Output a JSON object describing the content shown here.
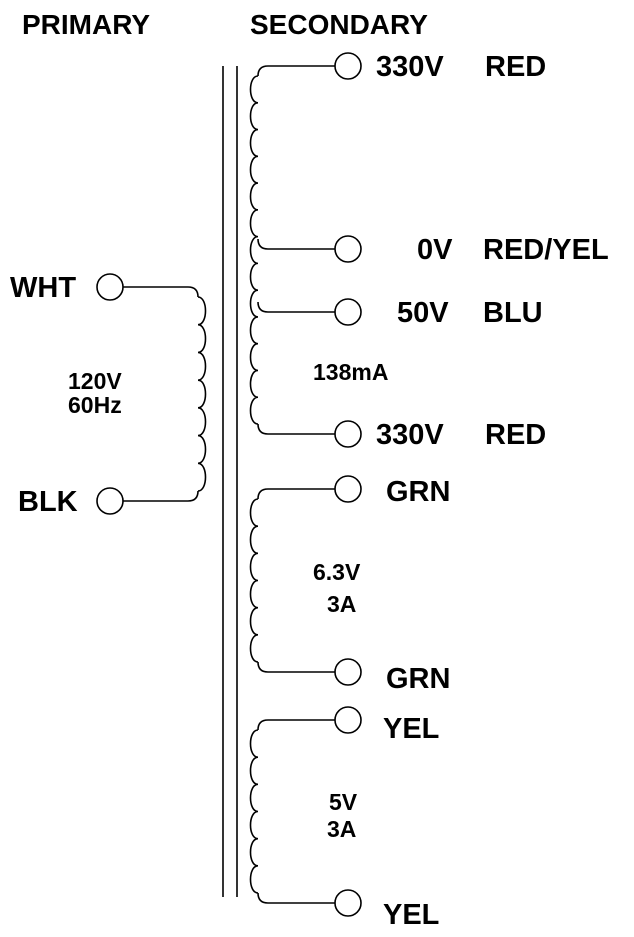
{
  "headers": {
    "primary": "PRIMARY",
    "secondary": "SECONDARY"
  },
  "primary": {
    "terminals": {
      "top": "WHT",
      "bottom": "BLK"
    },
    "rating": [
      "120V",
      "60Hz"
    ]
  },
  "secondary": {
    "high_voltage": {
      "taps": [
        {
          "volts": "330V",
          "color": "RED"
        },
        {
          "volts": "0V",
          "color": "RED/YEL"
        },
        {
          "volts": "50V",
          "color": "BLU"
        },
        {
          "volts": "330V",
          "color": "RED"
        }
      ],
      "rating": [
        "138mA"
      ]
    },
    "filament_6v3": {
      "leads": [
        "GRN",
        "GRN"
      ],
      "rating": [
        "6.3V",
        "3A"
      ]
    },
    "rectifier_5v": {
      "leads": [
        "YEL",
        "YEL"
      ],
      "rating": [
        "5V",
        "3A"
      ]
    }
  }
}
